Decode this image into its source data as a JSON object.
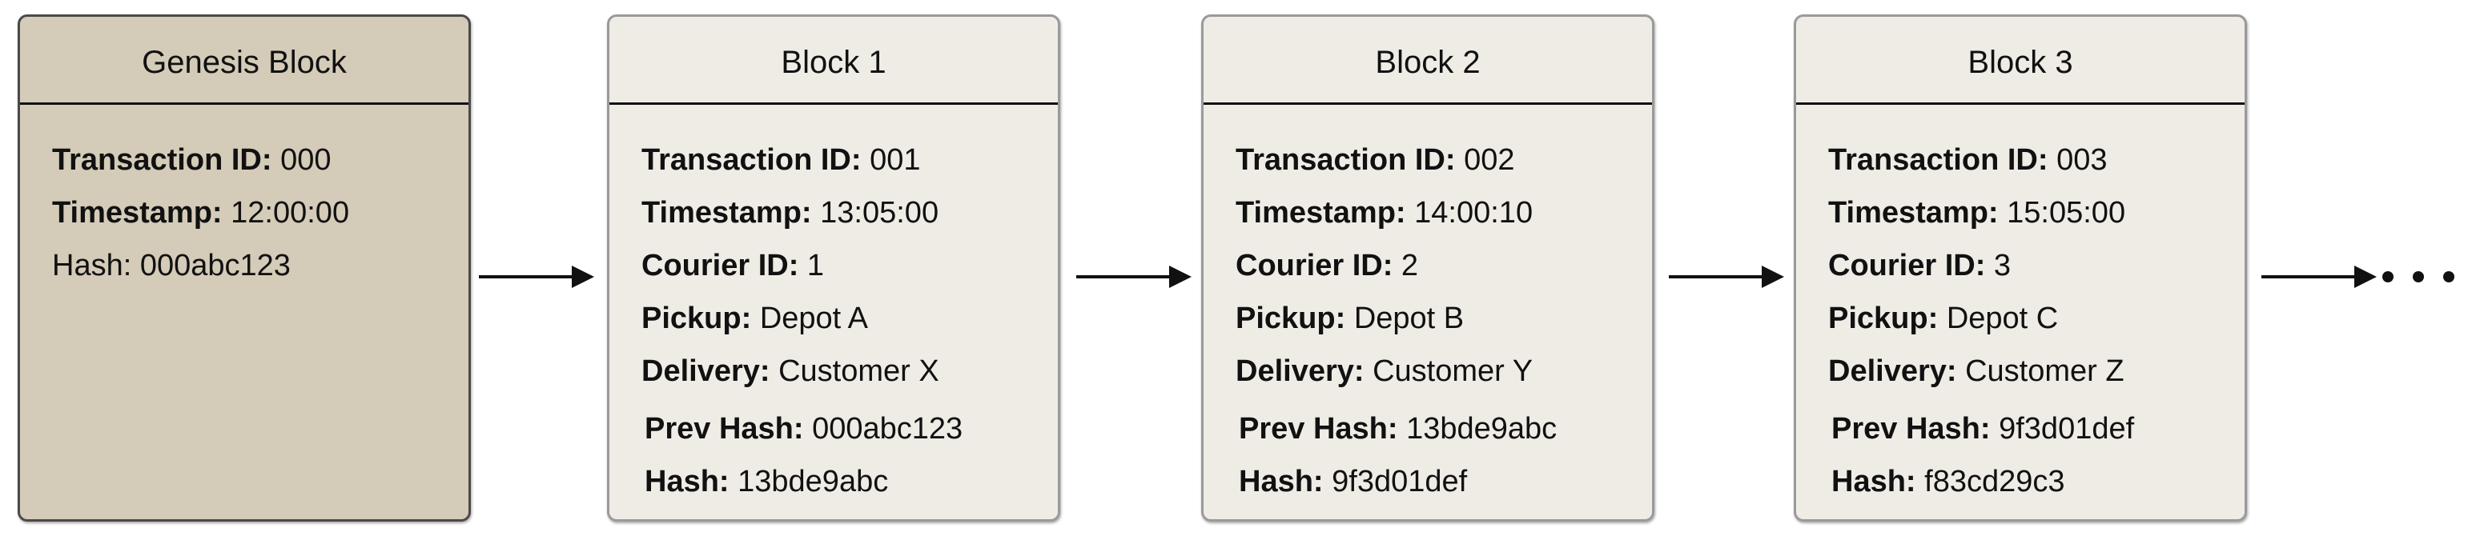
{
  "blocks": [
    {
      "title": "Genesis Block",
      "fields": [
        {
          "key": "Transaction ID:",
          "value": "000"
        },
        {
          "key": "Timestamp:",
          "value": "12:00:00"
        },
        {
          "key": "Hash:",
          "value": "000abc123"
        }
      ]
    },
    {
      "title": "Block 1",
      "fields": [
        {
          "key": "Transaction ID:",
          "value": "001"
        },
        {
          "key": "Timestamp:",
          "value": "13:05:00"
        },
        {
          "key": "Courier ID:",
          "value": "1"
        },
        {
          "key": "Pickup:",
          "value": "Depot A"
        },
        {
          "key": "Delivery:",
          "value": "Customer X"
        },
        {
          "key": "Prev Hash:",
          "value": "000abc123"
        },
        {
          "key": "Hash:",
          "value": "13bde9abc"
        }
      ]
    },
    {
      "title": "Block 2",
      "fields": [
        {
          "key": "Transaction ID:",
          "value": "002"
        },
        {
          "key": "Timestamp:",
          "value": "14:00:10"
        },
        {
          "key": "Courier ID:",
          "value": "2"
        },
        {
          "key": "Pickup:",
          "value": "Depot B"
        },
        {
          "key": "Delivery:",
          "value": "Customer Y"
        },
        {
          "key": "Prev Hash:",
          "value": "13bde9abc"
        },
        {
          "key": "Hash:",
          "value": "9f3d01def"
        }
      ]
    },
    {
      "title": "Block 3",
      "fields": [
        {
          "key": "Transaction ID:",
          "value": "003"
        },
        {
          "key": "Timestamp:",
          "value": "15:05:00"
        },
        {
          "key": "Courier ID:",
          "value": "3"
        },
        {
          "key": "Pickup:",
          "value": "Depot C"
        },
        {
          "key": "Delivery:",
          "value": "Customer Z"
        },
        {
          "key": "Prev Hash:",
          "value": "9f3d01def"
        },
        {
          "key": "Hash:",
          "value": "f83cd29c3"
        }
      ]
    }
  ],
  "colors": {
    "genesis_fill": "#d4cbb8",
    "block_fill": "#efece6",
    "border": "#9a9a9a",
    "line": "#111111"
  },
  "icons": {
    "connector": "right-arrow-icon",
    "continuation": "ellipsis-icon"
  }
}
